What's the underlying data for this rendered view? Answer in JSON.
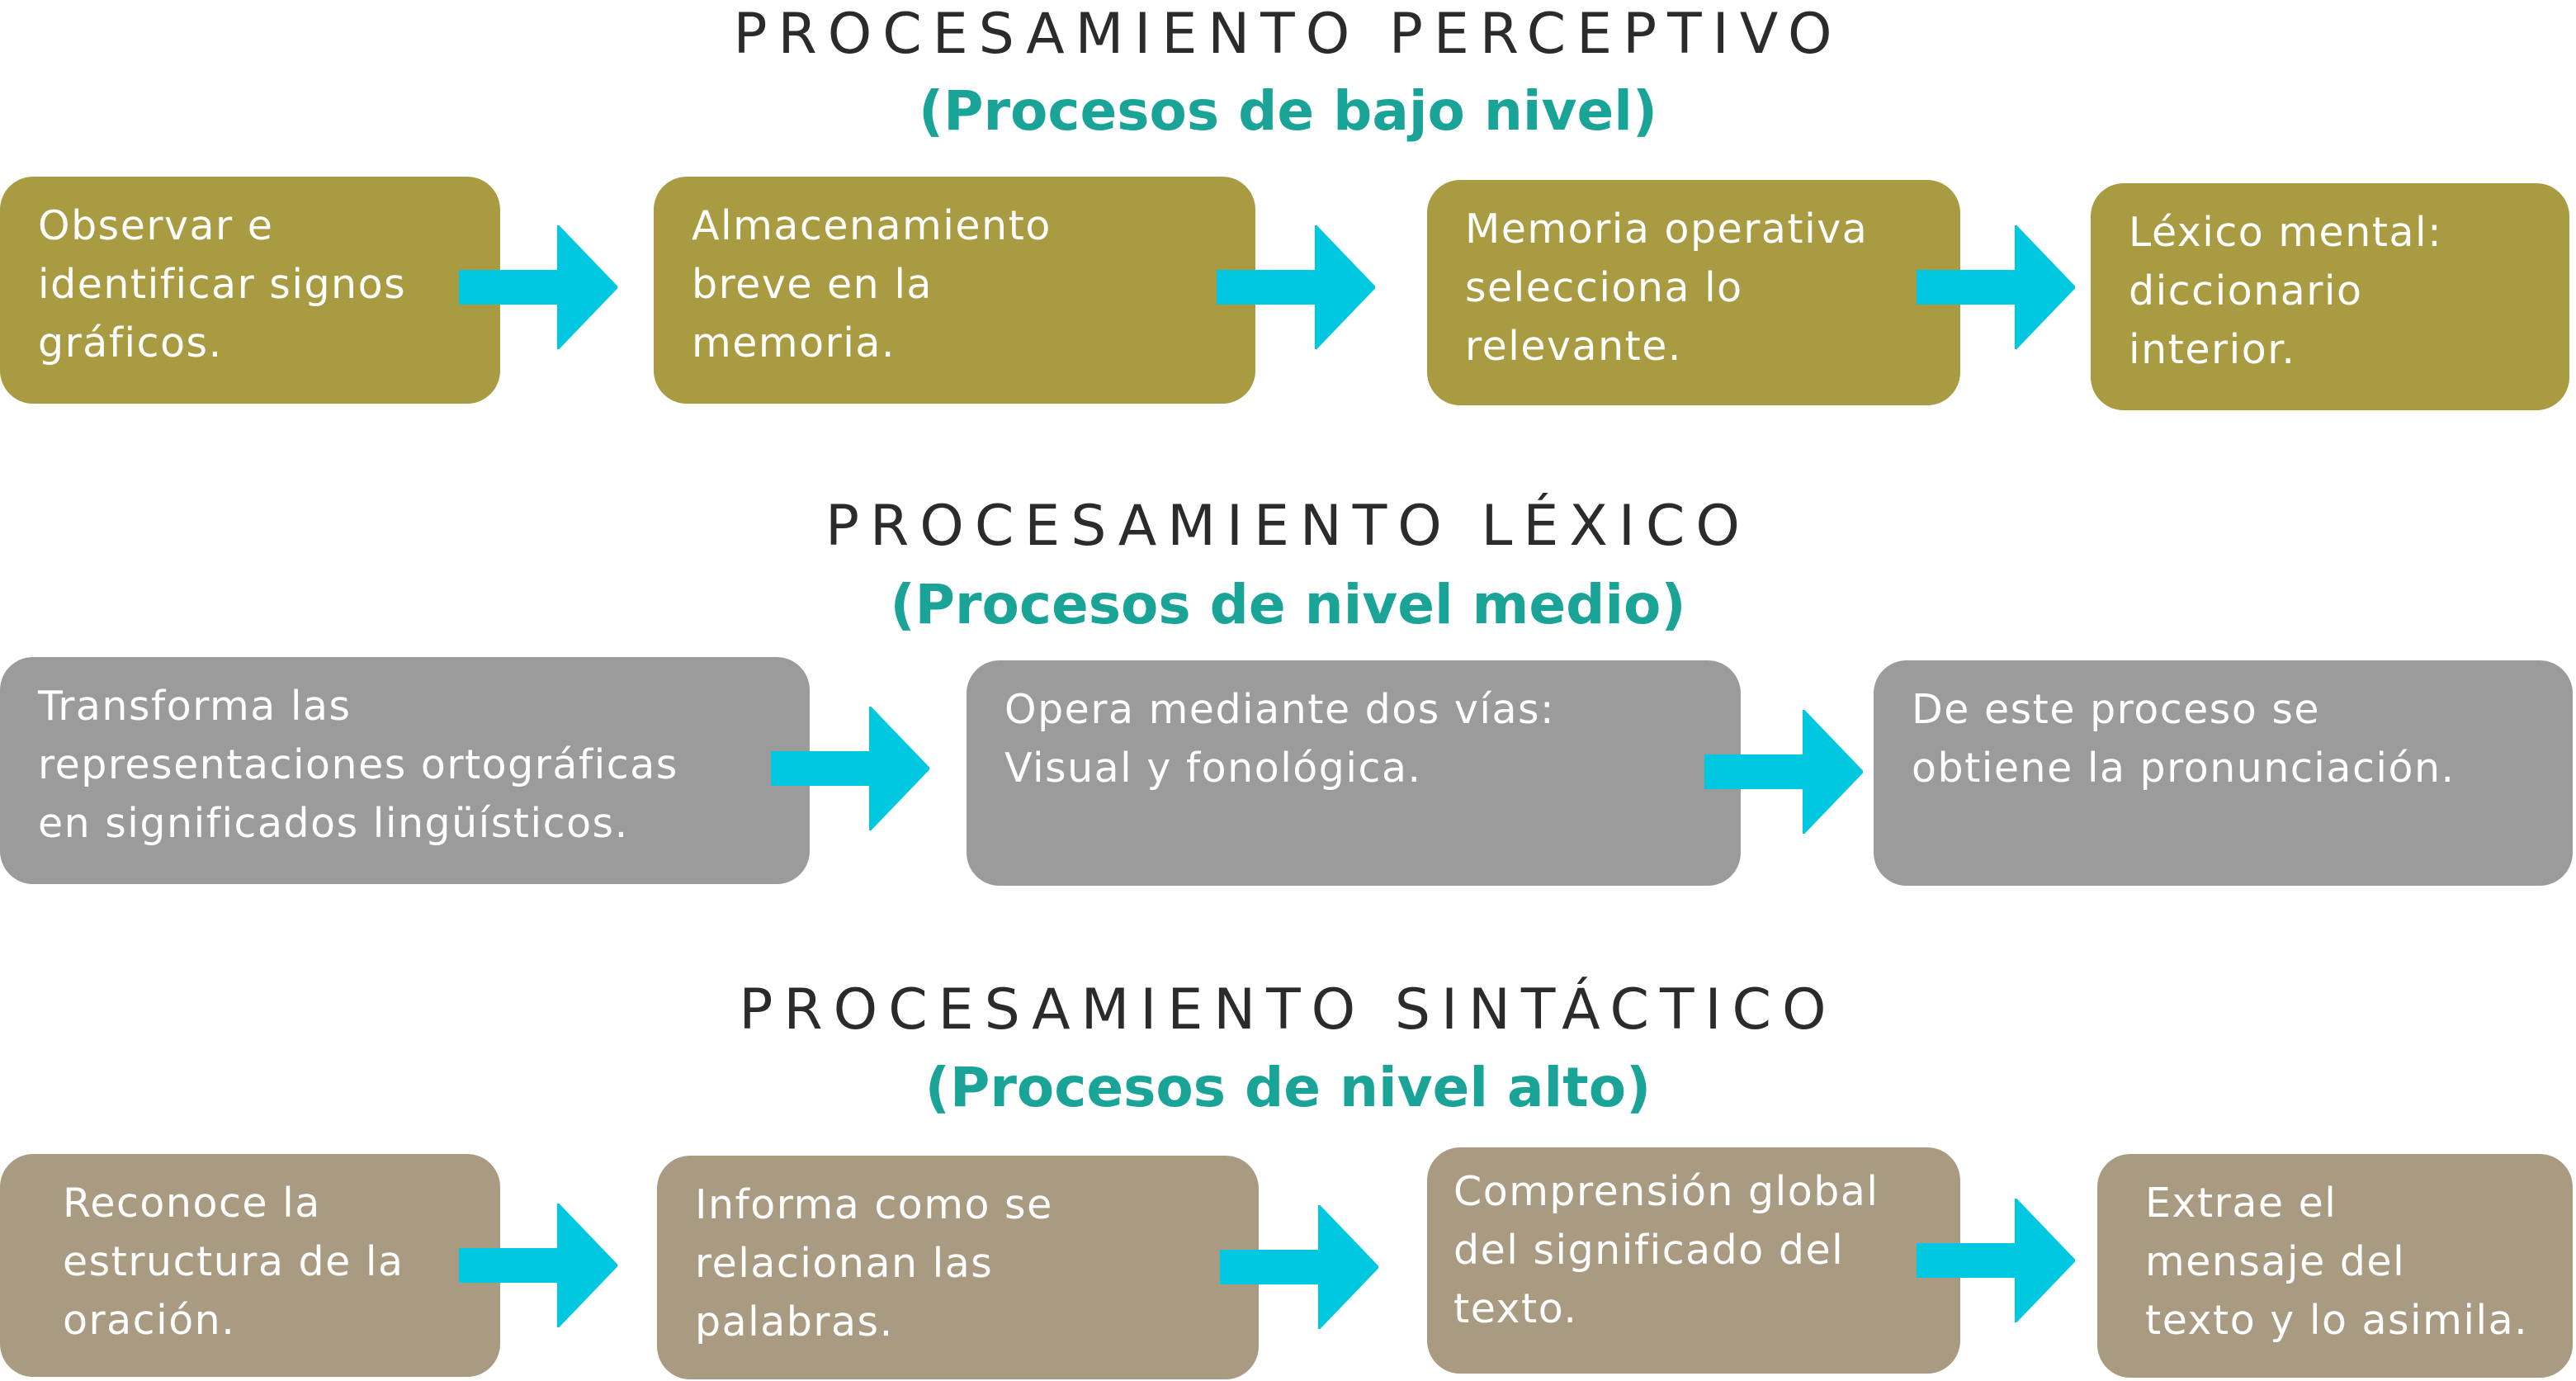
{
  "colors": {
    "title": "#2b2b2b",
    "subtitle": "#1aa497",
    "arrow": "#00c8e1",
    "row_perceptivo": "#a99b41",
    "row_lexico": "#9b9b9b",
    "row_sintactico": "#a89b82"
  },
  "sections": [
    {
      "title": "PROCESAMIENTO PERCEPTIVO",
      "subtitle": "(Procesos de bajo nivel)",
      "boxes": [
        "Observar e\nidentificar signos\ngráficos.",
        "Almacenamiento\nbreve en la\nmemoria.",
        "Memoria operativa\nselecciona lo\nrelevante.",
        "Léxico mental:\ndiccionario\ninterior."
      ]
    },
    {
      "title": "PROCESAMIENTO LÉXICO",
      "subtitle": "(Procesos de nivel medio)",
      "boxes": [
        "Transforma las\nrepresentaciones ortográficas\nen significados lingüísticos.",
        "Opera mediante dos vías:\nVisual y fonológica.",
        "De este proceso se\nobtiene la pronunciación."
      ]
    },
    {
      "title": "PROCESAMIENTO SINTÁCTICO",
      "subtitle": "(Procesos de nivel alto)",
      "boxes": [
        "Reconoce la\nestructura de la\noración.",
        "Informa como se\nrelacionan las\npalabras.",
        "Comprensión global\ndel significado del\ntexto.",
        "Extrae el\nmensaje del\ntexto y lo asimila."
      ]
    }
  ]
}
